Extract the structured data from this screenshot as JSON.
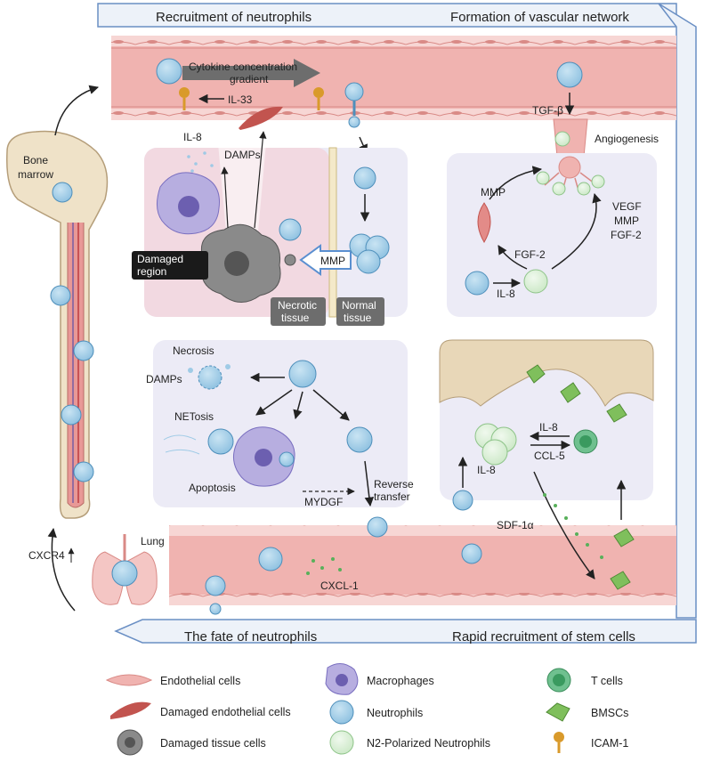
{
  "sections": {
    "recruitment": "Recruitment of neutrophils",
    "vascular": "Formation of vascular network",
    "fate": "The fate of neutrophils",
    "stem": "Rapid recruitment of stem cells"
  },
  "labels": {
    "bone_marrow_1": "Bone",
    "bone_marrow_2": "marrow",
    "cytokine_1": "Cytokine concentration",
    "cytokine_2": "gradient",
    "il33": "IL-33",
    "il8_top": "IL-8",
    "damps_top": "DAMPs",
    "damaged_region_1": "Damaged",
    "damaged_region_2": "region",
    "mmp_arrow": "MMP",
    "necrotic_1": "Necrotic",
    "necrotic_2": "tissue",
    "normal_1": "Normal",
    "normal_2": "tissue",
    "tgfb": "TGF-β",
    "angiogenesis": "Angiogenesis",
    "mmp_cycle": "MMP",
    "vegf": "VEGF",
    "mmp_right": "MMP",
    "fgf2_right": "FGF-2",
    "fgf2": "FGF-2",
    "il8_cycle": "IL-8",
    "necrosis": "Necrosis",
    "damps_fate": "DAMPs",
    "netosis": "NETosis",
    "apoptosis": "Apoptosis",
    "mydgf": "MYDGF",
    "reverse_1": "Reverse",
    "reverse_2": "transfer",
    "lung": "Lung",
    "cxcr4": "CXCR4",
    "cxcl1": "CXCL-1",
    "il8_stem_left": "IL-8",
    "il8_stem": "IL-8",
    "ccl5": "CCL-5",
    "sdf1a": "SDF-1α"
  },
  "legend": [
    {
      "label": "Endothelial cells",
      "icon": "endothelial-cell-icon"
    },
    {
      "label": "Damaged endothelial cells",
      "icon": "damaged-endothelial-cell-icon"
    },
    {
      "label": "Damaged tissue cells",
      "icon": "damaged-tissue-cell-icon"
    },
    {
      "label": "Macrophages",
      "icon": "macrophage-icon"
    },
    {
      "label": "Neutrophils",
      "icon": "neutrophil-icon"
    },
    {
      "label": "N2-Polarized Neutrophils",
      "icon": "n2-neutrophil-icon"
    },
    {
      "label": "T cells",
      "icon": "t-cell-icon"
    },
    {
      "label": "BMSCs",
      "icon": "bmsc-icon"
    },
    {
      "label": "ICAM-1",
      "icon": "icam1-icon"
    }
  ],
  "colors": {
    "frame_fill": "#edf2f9",
    "frame_stroke": "#6a8fc4",
    "vessel": "#f0b3b0",
    "vessel_edge": "#d98a86",
    "neutrophil": "#9fcbe6",
    "neutrophil_edge": "#4e8fbb",
    "n2": "#d8eed3",
    "n2_edge": "#8ec489",
    "macrophage": "#b7aee0",
    "panel": "#ecebf6",
    "bone": "#efe2c8",
    "bmsc": "#7fbf5c",
    "tcell": "#6fc08f",
    "icam": "#d99a2b"
  }
}
